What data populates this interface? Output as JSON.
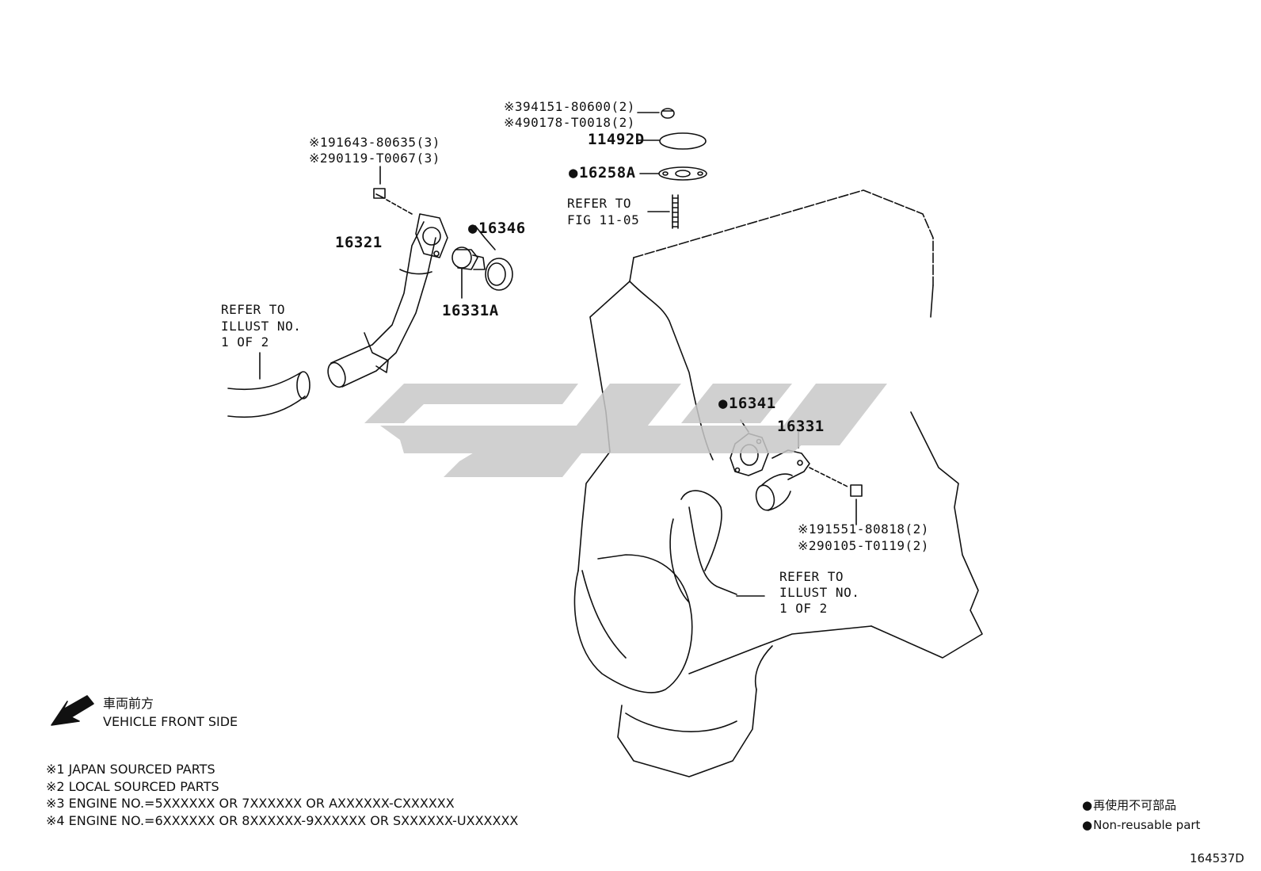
{
  "callouts": {
    "screw_left_1": "※191643-80635(3)",
    "screw_left_2": "※290119-T0067(3)",
    "nut_1": "※394151-80600(2)",
    "nut_2": "※490178-T0018(2)",
    "bolt_right_1": "※191551-80818(2)",
    "bolt_right_2": "※290105-T0119(2)"
  },
  "parts": {
    "gasket_11492d": "11492D",
    "gasket_16258a": "16258A",
    "pipe_16321": "16321",
    "gasket_16346": "16346",
    "thermostat_16331a": "16331A",
    "gasket_16341": "16341",
    "outlet_16331": "16331"
  },
  "refs": {
    "stud": [
      "REFER TO",
      "FIG 11-05"
    ],
    "hose_left": [
      "REFER TO",
      "ILLUST NO.",
      "1 OF 2"
    ],
    "hose_right": [
      "REFER TO",
      "ILLUST NO.",
      "1 OF 2"
    ]
  },
  "legend": {
    "front_jp": "車両前方",
    "front_en": "VEHICLE FRONT SIDE",
    "notes": [
      "※1 JAPAN SOURCED PARTS",
      "※2 LOCAL SOURCED PARTS",
      "※3 ENGINE NO.=5XXXXXX OR 7XXXXXX OR AXXXXXX-CXXXXXX",
      "※4 ENGINE NO.=6XXXXXX OR 8XXXXXX-9XXXXXX OR SXXXXXX-UXXXXXX"
    ],
    "nonreusable_jp": "再使用不可部品",
    "nonreusable_en": "Non-reusable part"
  },
  "diagram_id": "164537D",
  "colors": {
    "line": "#111111",
    "watermark": "#c8c8c8"
  }
}
